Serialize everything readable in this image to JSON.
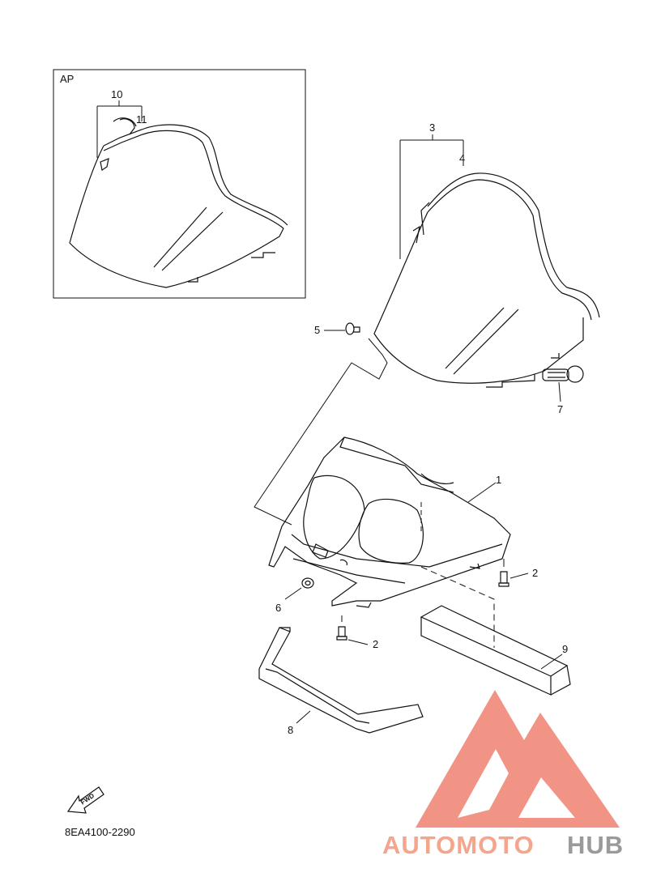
{
  "inset": {
    "label": "AP"
  },
  "callouts": {
    "c1": "1",
    "c2a": "2",
    "c2b": "2",
    "c3": "3",
    "c4": "4",
    "c5": "5",
    "c6": "6",
    "c7": "7",
    "c8": "8",
    "c9": "9",
    "c10": "10",
    "c11": "11"
  },
  "diagram_code": "8EA4100-2290",
  "fwd_label": "FWD",
  "watermark": {
    "part1": "AUTOMOTO",
    "part2": "HUB",
    "color_primary": "#f4a58c",
    "color_secondary": "#9a9a9a",
    "logo_color": "#f08878"
  }
}
